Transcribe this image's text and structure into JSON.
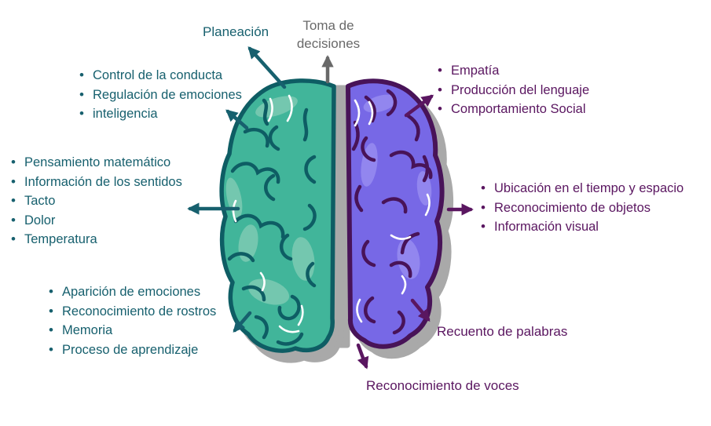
{
  "colors": {
    "left_text": "#17606e",
    "right_text": "#5a1660",
    "neutral_text": "#696969",
    "left_fill": "#41b59a",
    "left_light": "#7ecbb3",
    "left_dark": "#0e5d64",
    "right_fill": "#7768e6",
    "right_light": "#958af1",
    "right_dark": "#481358",
    "shadow": "#a9a9a9",
    "background": "#ffffff"
  },
  "diagram": {
    "center_top_label": "Toma de\ndecisiones",
    "left_hemisphere": {
      "planning_label": "Planeación",
      "frontal_list": {
        "items": [
          "Control de la conducta",
          "Regulación de emociones",
          "inteligencia"
        ]
      },
      "parietal_list": {
        "items": [
          "Pensamiento matemático",
          "Información de los sentidos",
          "Tacto",
          "Dolor",
          "Temperatura"
        ]
      },
      "temporal_list": {
        "items": [
          "Aparición de emociones",
          "Reconocimiento de rostros",
          "Memoria",
          "Proceso de aprendizaje"
        ]
      }
    },
    "right_hemisphere": {
      "frontal_list": {
        "items": [
          "Empatía",
          "Producción del lenguaje",
          "Comportamiento Social"
        ]
      },
      "occipital_list": {
        "items": [
          "Ubicación en el tiempo y espacio",
          "Reconocimiento de objetos",
          "Información visual"
        ]
      },
      "words_label": "Recuento de palabras",
      "voices_label": "Reconocimiento de voces"
    }
  }
}
